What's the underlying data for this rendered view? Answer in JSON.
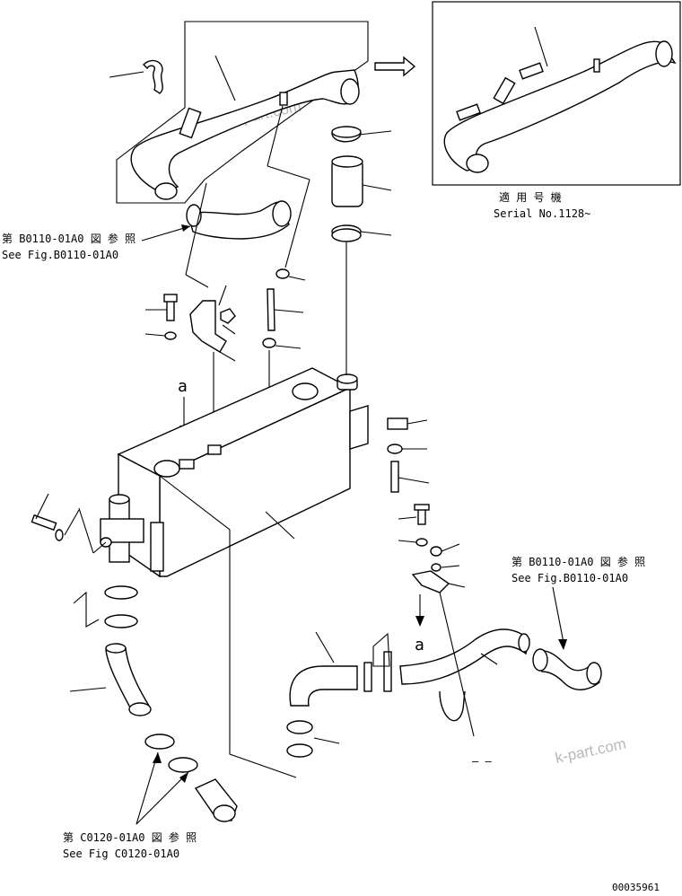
{
  "inset": {
    "applicable_label": "適 用 号 機",
    "serial_label": "Serial No.1128~"
  },
  "references": {
    "ref_b0110_top": {
      "jp": "第 B0110-01A0 図 参 照",
      "en": "See Fig.B0110-01A0"
    },
    "ref_b0110_right": {
      "jp": "第 B0110-01A0 図 参 照",
      "en": "See Fig.B0110-01A0"
    },
    "ref_c0120_bottom": {
      "jp": "第 C0120-01A0 図 参 照",
      "en": "See Fig C0120-01A0"
    }
  },
  "callouts": {
    "view_a_upper": "a",
    "view_a_lower": "a",
    "dash_marks": "— —"
  },
  "watermark": "k-part.com",
  "drawing_number": "00035961"
}
